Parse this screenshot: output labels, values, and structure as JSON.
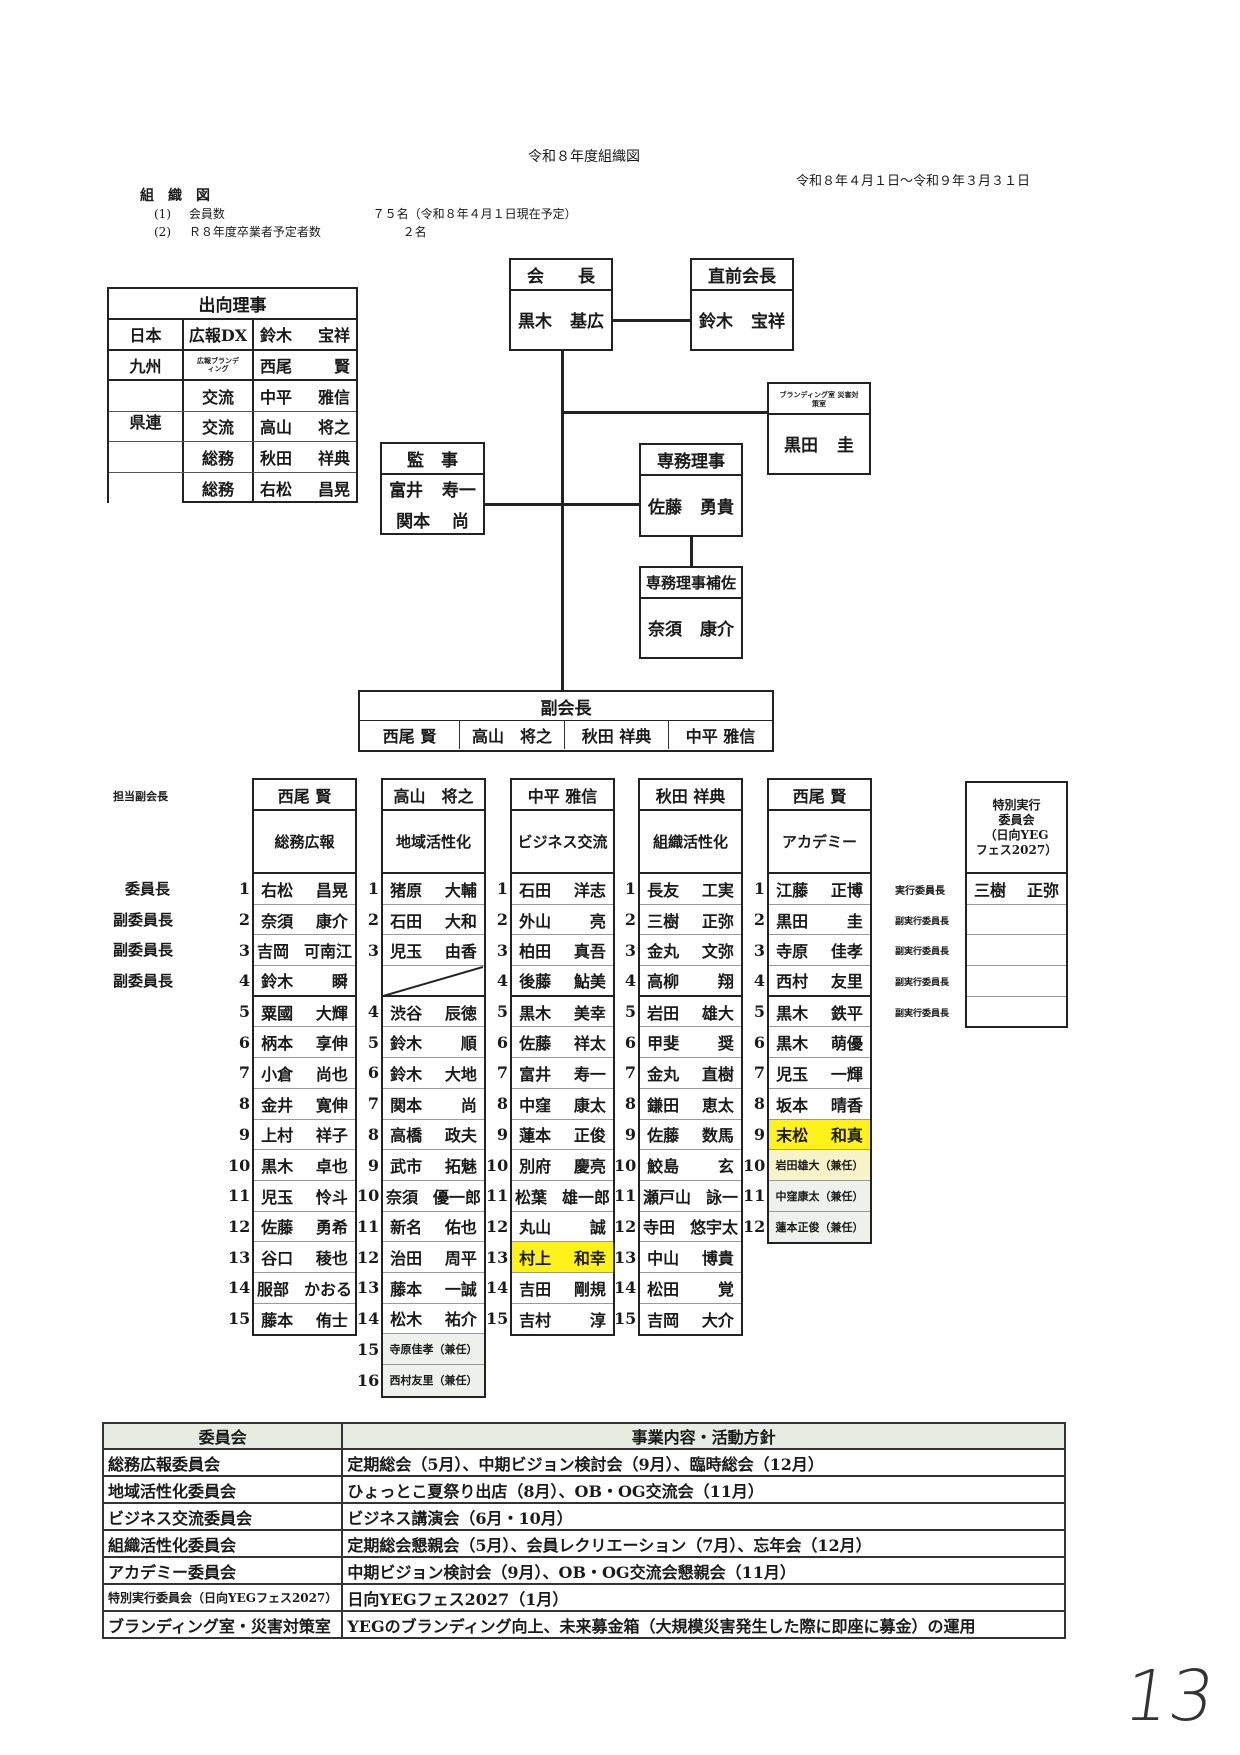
{
  "doc_title": "令和８年度組織図",
  "period": "令和８年４月１日～令和９年３月３１日",
  "summary": {
    "heading": "組　織　図",
    "item1_no": "(1)",
    "item1_label": "会員数",
    "item1_value": "７５名（令和８年４月１日現在予定）",
    "item2_no": "(2)",
    "item2_label": "Ｒ８年度卒業者予定者数",
    "item2_value": "２名"
  },
  "seconded": {
    "title": "出向理事",
    "rows": [
      {
        "org": "日本",
        "dept": "広報DX",
        "family": "鈴木",
        "given": "宝祥"
      },
      {
        "org": "九州",
        "dept": "広報ブランディング",
        "family": "西尾",
        "given": "賢"
      },
      {
        "org": "県連",
        "dept": "交流",
        "family": "中平",
        "given": "雅信"
      },
      {
        "org": "",
        "dept": "交流",
        "family": "高山",
        "given": "将之"
      },
      {
        "org": "",
        "dept": "総務",
        "family": "秋田",
        "given": "祥典"
      },
      {
        "org": "",
        "dept": "総務",
        "family": "右松",
        "given": "昌晃"
      }
    ]
  },
  "president": {
    "title": "会　　長",
    "family": "黒木",
    "given": "基広"
  },
  "past_president": {
    "title": "直前会長",
    "family": "鈴木",
    "given": "宝祥"
  },
  "branding": {
    "title": "ブランディング室 災害対策室",
    "family": "黒田",
    "given": "圭"
  },
  "auditors": {
    "title": "監　事",
    "names": [
      {
        "family": "富井",
        "given": "寿一"
      },
      {
        "family": "関本",
        "given": "尚"
      }
    ]
  },
  "executive_director": {
    "title": "専務理事",
    "family": "佐藤",
    "given": "勇貴"
  },
  "executive_assistant": {
    "title": "専務理事補佐",
    "family": "奈須",
    "given": "康介"
  },
  "vice_presidents": {
    "title": "副会長",
    "names": [
      "西尾 賢",
      "高山　将之",
      "秋田 祥典",
      "中平 雅信"
    ]
  },
  "labels": {
    "vp_in_charge": "担当副会長",
    "chair": "委員長",
    "vice_chair": "副委員長",
    "exec_chair": "実行委員長",
    "exec_vice_chair": "副実行委員長"
  },
  "committees": [
    {
      "vp": "西尾 賢",
      "name": "総務広報",
      "members": [
        {
          "no": "1",
          "f": "右松",
          "g": "昌晃"
        },
        {
          "no": "2",
          "f": "奈須",
          "g": "康介"
        },
        {
          "no": "3",
          "f": "吉岡",
          "g": "可南江"
        },
        {
          "no": "4",
          "f": "鈴木",
          "g": "瞬"
        },
        {
          "no": "5",
          "f": "粟國",
          "g": "大輝"
        },
        {
          "no": "6",
          "f": "柄本",
          "g": "享伸"
        },
        {
          "no": "7",
          "f": "小倉",
          "g": "尚也"
        },
        {
          "no": "8",
          "f": "金井",
          "g": "寛伸"
        },
        {
          "no": "9",
          "f": "上村",
          "g": "祥子"
        },
        {
          "no": "10",
          "f": "黒木",
          "g": "卓也"
        },
        {
          "no": "11",
          "f": "児玉",
          "g": "怜斗"
        },
        {
          "no": "12",
          "f": "佐藤",
          "g": "勇希"
        },
        {
          "no": "13",
          "f": "谷口",
          "g": "稜也"
        },
        {
          "no": "14",
          "f": "服部",
          "g": "かおる"
        },
        {
          "no": "15",
          "f": "藤本",
          "g": "侑士"
        }
      ]
    },
    {
      "vp": "高山　将之",
      "name": "地域活性化",
      "members": [
        {
          "no": "1",
          "f": "猪原",
          "g": "大輔"
        },
        {
          "no": "2",
          "f": "石田",
          "g": "大和"
        },
        {
          "no": "3",
          "f": "児玉",
          "g": "由香"
        },
        {
          "no": "",
          "f": "",
          "g": "",
          "slash": true
        },
        {
          "no": "4",
          "f": "渋谷",
          "g": "辰徳"
        },
        {
          "no": "5",
          "f": "鈴木",
          "g": "順"
        },
        {
          "no": "6",
          "f": "鈴木",
          "g": "大地"
        },
        {
          "no": "7",
          "f": "関本",
          "g": "尚"
        },
        {
          "no": "8",
          "f": "高橋",
          "g": "政夫"
        },
        {
          "no": "9",
          "f": "武市",
          "g": "拓魅"
        },
        {
          "no": "10",
          "f": "奈須",
          "g": "優一郎"
        },
        {
          "no": "11",
          "f": "新名",
          "g": "佑也"
        },
        {
          "no": "12",
          "f": "治田",
          "g": "周平"
        },
        {
          "no": "13",
          "f": "藤本",
          "g": "一誠"
        },
        {
          "no": "14",
          "f": "松木",
          "g": "祐介"
        },
        {
          "no": "15",
          "full": "寺原佳孝（兼任）",
          "style": "gray"
        },
        {
          "no": "16",
          "full": "西村友里（兼任）",
          "style": "gray"
        }
      ]
    },
    {
      "vp": "中平 雅信",
      "name": "ビジネス交流",
      "members": [
        {
          "no": "1",
          "f": "石田",
          "g": "洋志"
        },
        {
          "no": "2",
          "f": "外山",
          "g": "亮"
        },
        {
          "no": "3",
          "f": "柏田",
          "g": "真吾"
        },
        {
          "no": "4",
          "f": "後藤",
          "g": "鮎美"
        },
        {
          "no": "5",
          "f": "黒木",
          "g": "美幸"
        },
        {
          "no": "6",
          "f": "佐藤",
          "g": "祥太"
        },
        {
          "no": "7",
          "f": "富井",
          "g": "寿一"
        },
        {
          "no": "8",
          "f": "中窪",
          "g": "康太"
        },
        {
          "no": "9",
          "f": "蓮本",
          "g": "正俊"
        },
        {
          "no": "10",
          "f": "別府",
          "g": "慶亮"
        },
        {
          "no": "11",
          "f": "松葉",
          "g": "雄一郎"
        },
        {
          "no": "12",
          "f": "丸山",
          "g": "誠"
        },
        {
          "no": "13",
          "f": "村上",
          "g": "和幸",
          "style": "yellow"
        },
        {
          "no": "14",
          "f": "吉田",
          "g": "剛規"
        },
        {
          "no": "15",
          "f": "吉村",
          "g": "淳"
        }
      ]
    },
    {
      "vp": "秋田 祥典",
      "name": "組織活性化",
      "members": [
        {
          "no": "1",
          "f": "長友",
          "g": "工実"
        },
        {
          "no": "2",
          "f": "三樹",
          "g": "正弥"
        },
        {
          "no": "3",
          "f": "金丸",
          "g": "文弥"
        },
        {
          "no": "4",
          "f": "高柳",
          "g": "翔"
        },
        {
          "no": "5",
          "f": "岩田",
          "g": "雄大"
        },
        {
          "no": "6",
          "f": "甲斐",
          "g": "奨"
        },
        {
          "no": "7",
          "f": "金丸",
          "g": "直樹"
        },
        {
          "no": "8",
          "f": "鎌田",
          "g": "恵太"
        },
        {
          "no": "9",
          "f": "佐藤",
          "g": "数馬"
        },
        {
          "no": "10",
          "f": "鮫島",
          "g": "玄"
        },
        {
          "no": "11",
          "f": "瀬戸山",
          "g": "詠一"
        },
        {
          "no": "12",
          "f": "寺田",
          "g": "悠宇太"
        },
        {
          "no": "13",
          "f": "中山",
          "g": "博貴"
        },
        {
          "no": "14",
          "f": "松田",
          "g": "覚"
        },
        {
          "no": "15",
          "f": "吉岡",
          "g": "大介"
        }
      ]
    },
    {
      "vp": "西尾 賢",
      "name": "アカデミー",
      "members": [
        {
          "no": "1",
          "f": "江藤",
          "g": "正博"
        },
        {
          "no": "2",
          "f": "黒田",
          "g": "圭"
        },
        {
          "no": "3",
          "f": "寺原",
          "g": "佳孝"
        },
        {
          "no": "4",
          "f": "西村",
          "g": "友里"
        },
        {
          "no": "5",
          "f": "黒木",
          "g": "鉄平"
        },
        {
          "no": "6",
          "f": "黒木",
          "g": "萌優"
        },
        {
          "no": "7",
          "f": "児玉",
          "g": "一輝"
        },
        {
          "no": "8",
          "f": "坂本",
          "g": "晴香"
        },
        {
          "no": "9",
          "f": "末松",
          "g": "和真",
          "style": "yellow"
        },
        {
          "no": "10",
          "full": "岩田雄大（兼任）",
          "style": "lightyellow"
        },
        {
          "no": "11",
          "full": "中窪康太（兼任）",
          "style": "gray"
        },
        {
          "no": "12",
          "full": "蓮本正俊（兼任）",
          "style": "gray"
        }
      ]
    }
  ],
  "special_committee": {
    "title_lines": [
      "特別実行",
      "委員会",
      "（日向YEG",
      "フェス2027）"
    ],
    "chair_family": "三樹",
    "chair_given": "正弥"
  },
  "activity_table": {
    "headers": [
      "委員会",
      "事業内容・活動方針"
    ],
    "rows": [
      [
        "総務広報委員会",
        "定期総会（5月）、中期ビジョン検討会（9月）、臨時総会（12月）"
      ],
      [
        "地域活性化委員会",
        "ひょっとこ夏祭り出店（8月）、OB・OG交流会（11月）"
      ],
      [
        "ビジネス交流委員会",
        "ビジネス講演会（6月・10月）"
      ],
      [
        "組織活性化委員会",
        "定期総会懇親会（5月）、会員レクリエーション（7月）、忘年会（12月）"
      ],
      [
        "アカデミー委員会",
        "中期ビジョン検討会（9月）、OB・OG交流会懇親会（11月）"
      ],
      [
        "特別実行委員会（日向YEGフェス2027）",
        "日向YEGフェス2027（1月）"
      ],
      [
        "ブランディング室・災害対策室",
        "YEGのブランディング向上、未来募金箱（大規模災害発生した際に即座に募金）の運用"
      ]
    ]
  },
  "page_number": "13"
}
